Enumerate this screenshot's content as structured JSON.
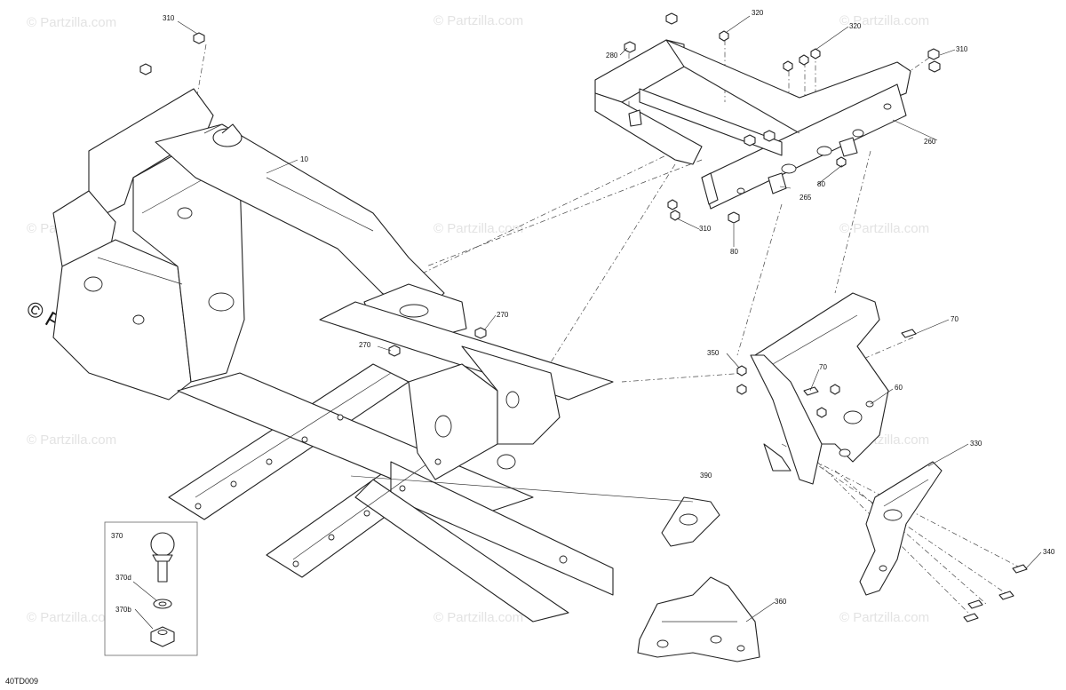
{
  "diagram": {
    "watermark_big": "© Partzilla.com",
    "watermark_small": "© Partzilla.com",
    "drawing_code": "40TD009",
    "callouts": {
      "c10": "10",
      "c60": "60",
      "c70a": "70",
      "c70b": "70",
      "c80a": "80",
      "c80b": "80",
      "c260": "260",
      "c265": "265",
      "c270a": "270",
      "c270b": "270",
      "c280": "280",
      "c310a": "310",
      "c310b": "310",
      "c310c": "310",
      "c320a": "320",
      "c320b": "320",
      "c330": "330",
      "c340": "340",
      "c350": "350",
      "c360": "360",
      "c370": "370",
      "c370d": "370d",
      "c370b": "370b",
      "c390": "390"
    }
  }
}
